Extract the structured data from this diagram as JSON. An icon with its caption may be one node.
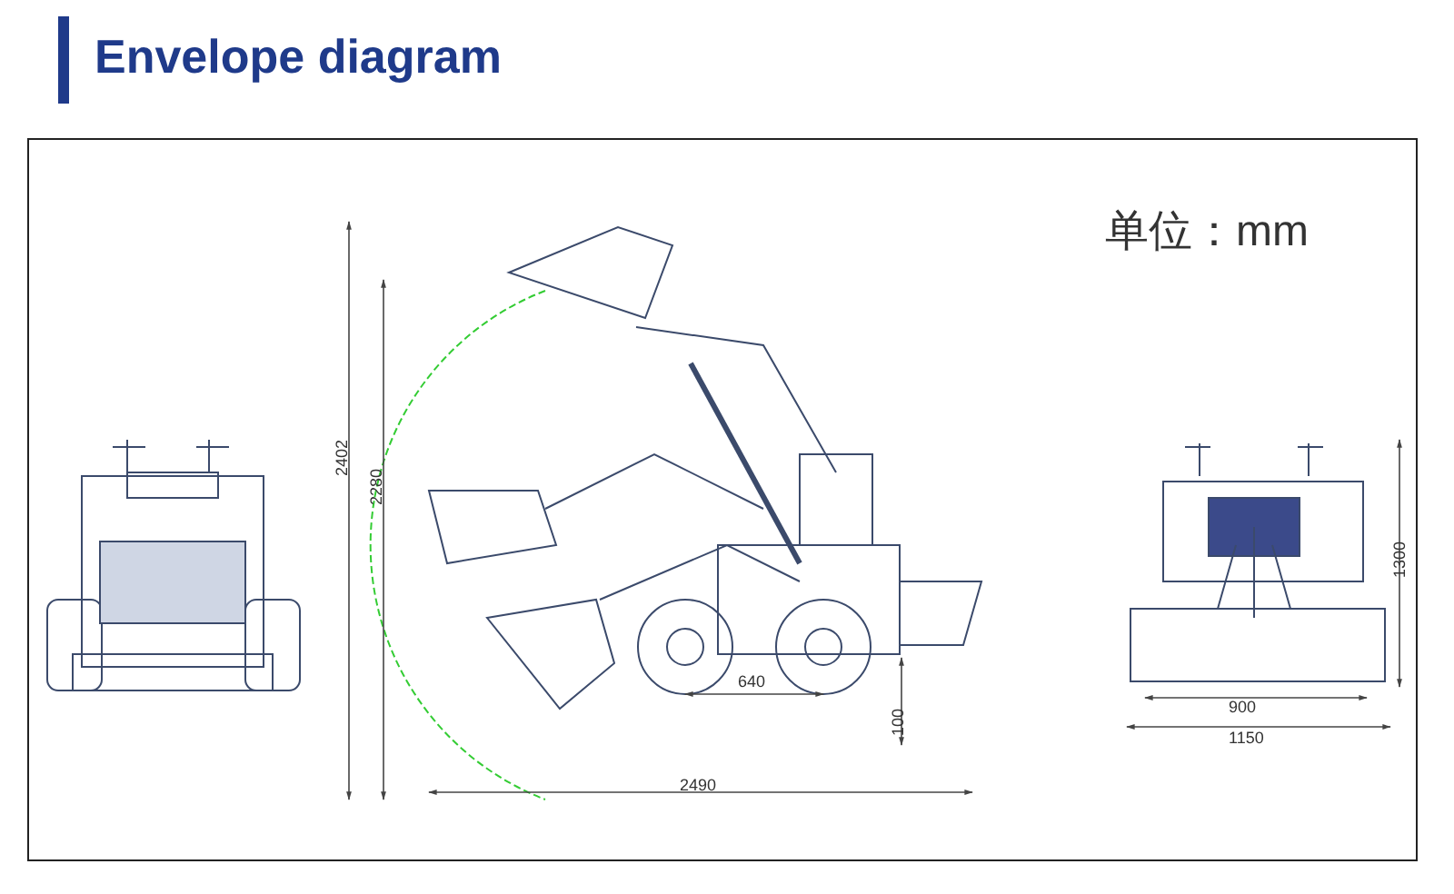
{
  "diagram": {
    "title": "Envelope diagram",
    "labels": [
      "单位：mm",
      "2402",
      "2280",
      "640",
      "100",
      "2490",
      "1300",
      "900",
      "1150"
    ]
  }
}
